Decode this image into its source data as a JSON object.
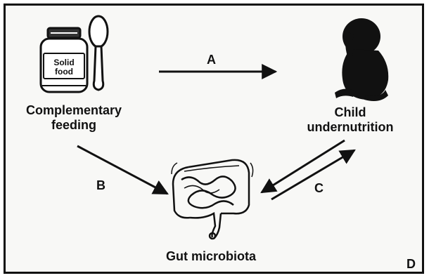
{
  "nodes": {
    "complementary_feeding": {
      "label_line1": "Complementary",
      "label_line2": "feeding",
      "jar_label_line1": "Solid",
      "jar_label_line2": "food"
    },
    "child_undernutrition": {
      "label_line1": "Child",
      "label_line2": "undernutrition"
    },
    "gut_microbiota": {
      "label": "Gut microbiota"
    }
  },
  "edges": {
    "a": "A",
    "b": "B",
    "c": "C"
  },
  "panel_label": "D",
  "icons": [
    "jar-icon",
    "spoon-icon",
    "child-silhouette-icon",
    "intestine-icon"
  ],
  "colors": {
    "ink": "#111111",
    "background": "#f8f8f6"
  }
}
